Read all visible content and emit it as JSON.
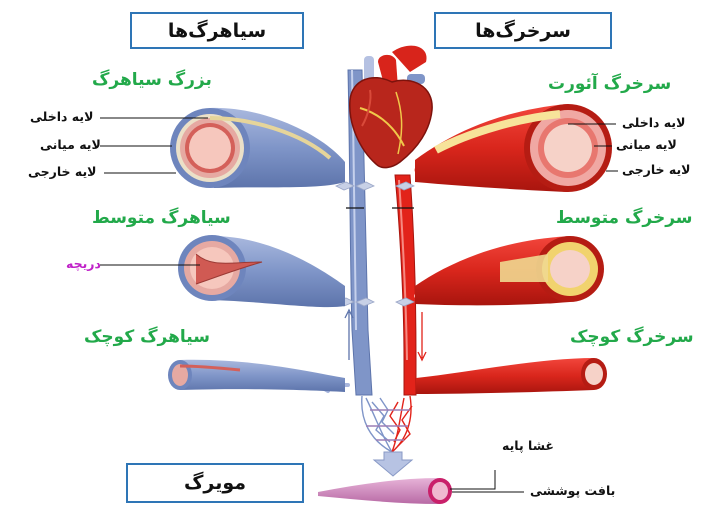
{
  "headers": {
    "veins": "سیاهرگ‌ها",
    "arteries": "سرخرگ‌ها",
    "capillary": "مویرگ"
  },
  "veins": {
    "large": "بزرگ سیاهرگ",
    "medium": "سیاهرگ متوسط",
    "small": "سیاهرگ کوچک",
    "inner_layer": "لایه داخلی",
    "middle_layer": "لایه میانی",
    "outer_layer": "لایه خارجی",
    "valve": "دریچه"
  },
  "arteries": {
    "aorta": "سرخرگ آئورت",
    "medium": "سرخرگ متوسط",
    "small": "سرخرگ کوچک",
    "inner_layer": "لایه داخلی",
    "middle_layer": "لایه میانی",
    "outer_layer": "لایه خارجی"
  },
  "capillary": {
    "basement_membrane": "غشا پایه",
    "epithelium": "بافت پوششی"
  },
  "colors": {
    "box_border": "#2e75b6",
    "vessel_label": "#22a94a",
    "valve_label": "#c022c8",
    "artery_red": "#e2231a",
    "vein_blue": "#7f95c8"
  }
}
